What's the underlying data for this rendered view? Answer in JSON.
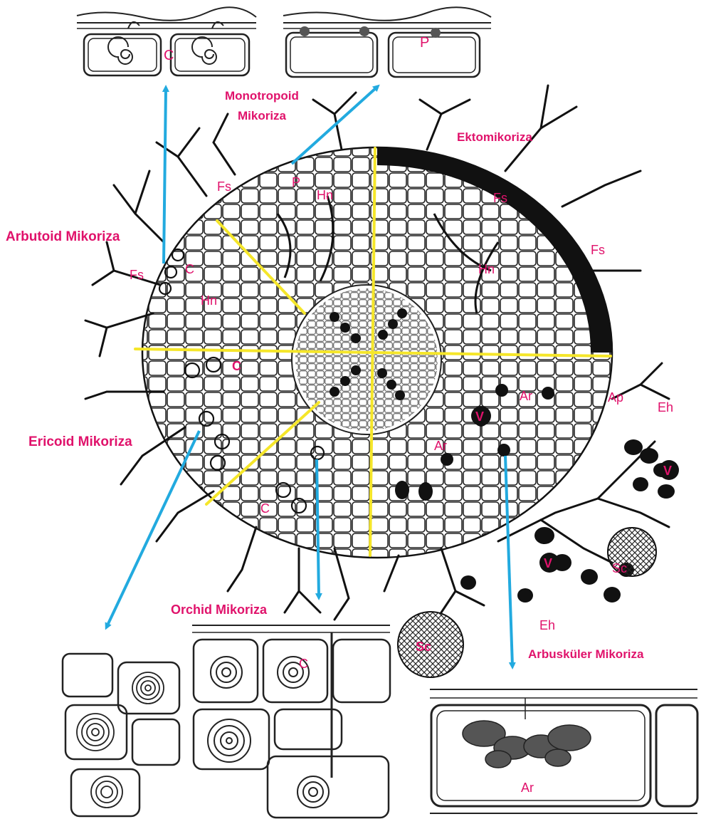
{
  "colors": {
    "label": "#e0126b",
    "arrow": "#22aadf",
    "divider": "#f5e62a",
    "ink": "#1a1a1a"
  },
  "sectors": {
    "arbutoid": "Arbutoid Mikoriza",
    "monotropoid_line1": "Monotropoid",
    "monotropoid_line2": "Mikoriza",
    "ekto": "Ektomikoriza",
    "ericoid": "Ericoid Mikoriza",
    "orchid": "Orchid Mikoriza",
    "arbuskuler": "Arbusküler Mikoriza"
  },
  "structure_labels": {
    "fs": "Fs",
    "hn": "Hn",
    "c": "C",
    "p": "P",
    "ar": "Ar",
    "ap": "Ap",
    "eh": "Eh",
    "v": "V",
    "sc": "Sc"
  },
  "icons": {
    "root_cross_section": "root-cross-section-drawing",
    "hyphae": "fungal-hyphae-drawing",
    "cell_inset": "cell-inset-drawing"
  }
}
